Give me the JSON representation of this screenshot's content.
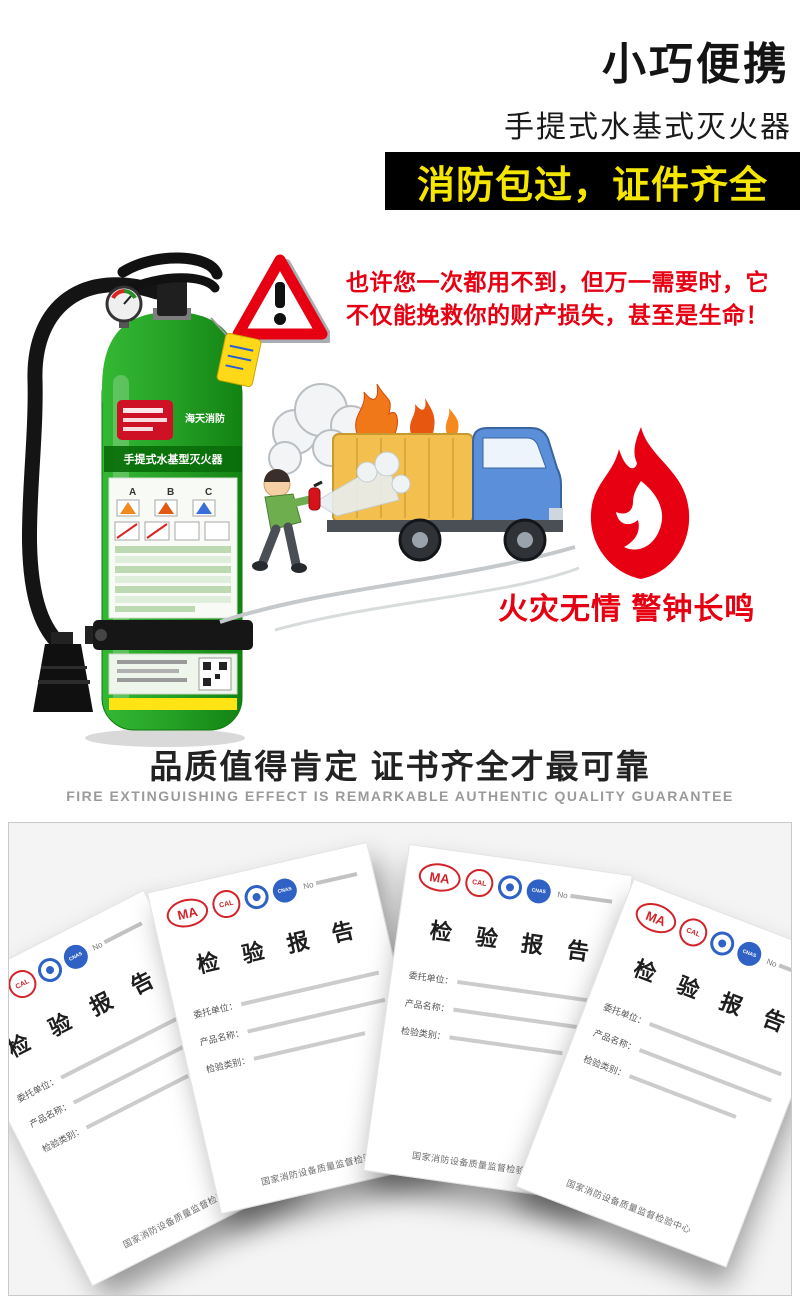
{
  "header": {
    "title": "小巧便携",
    "subtitle": "手提式水基式灭火器",
    "banner": "消防包过，证件齐全"
  },
  "hero": {
    "warning_line1": "也许您一次都用不到，但万一需要时，它",
    "warning_line2": "不仅能挽救你的财产损失，甚至是生命！",
    "slogan": "火灾无情 警钟长鸣",
    "extinguisher": {
      "brand": "海天消防",
      "model": "手提式水基型灭火器",
      "class_a": "A",
      "class_b": "B",
      "class_c": "C"
    }
  },
  "quality": {
    "title": "品质值得肯定 证书齐全才最可靠",
    "subtitle_en": "FIRE EXTINGUISHING EFFECT IS REMARKABLE AUTHENTIC QUALITY GUARANTEE"
  },
  "certificates": {
    "title": "检 验 报 告",
    "no_label": "No",
    "stamp_ma": "MA",
    "stamp_cal": "CAL",
    "stamp_cnas": "CNAS",
    "fields": [
      "委托单位：",
      "产品名称：",
      "检验类别："
    ],
    "footer": "国家消防设备质量监督检验中心"
  },
  "colors": {
    "accent_red": "#e60012",
    "banner_yellow": "#f5e600",
    "body_green": "#2fae2f"
  }
}
